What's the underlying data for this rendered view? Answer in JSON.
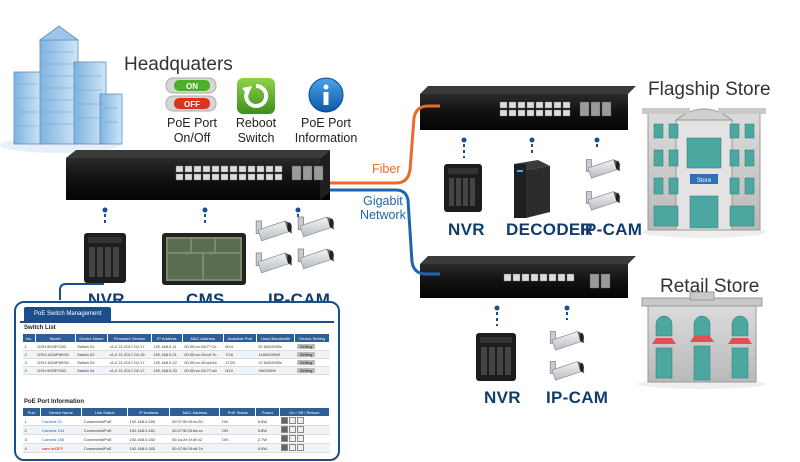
{
  "headquarters": {
    "title": "Headquaters",
    "toggle_on": "ON",
    "toggle_off": "OFF",
    "poe_onoff_label": "PoE Port\nOn/Off",
    "reboot_label": "Reboot\nSwitch",
    "poe_info_label": "PoE Port\nInformation",
    "nvr_label": "NVR",
    "cms_label": "CMS",
    "ipcam_label": "IP-CAM"
  },
  "links": {
    "fiber": "Fiber",
    "gigabit": "Gigabit\nNetwork"
  },
  "flagship": {
    "title": "Flagship Store",
    "nvr_label": "NVR",
    "decoder_label": "DECODER",
    "ipcam_label": "IP-CAM",
    "store_sign": "Store"
  },
  "retail": {
    "title": "Retail Store",
    "nvr_label": "NVR",
    "ipcam_label": "IP-CAM"
  },
  "management": {
    "tab": "PoE Switch Management",
    "switch_list_title": "Switch List",
    "switch_headers": [
      "No.",
      "Model",
      "Device Name",
      "Firmware Version",
      "IP Address",
      "MAC Address",
      "Available Port",
      "Used Bandwidth",
      "Device Setting"
    ],
    "switch_rows": [
      [
        "1",
        "GSH-5G4P/G5C",
        "Switch 01",
        "v1.2 21-2017-02-17",
        "192.168.0.11",
        "00:0D:xx:28:77:2x",
        "60/4",
        "87.8W/200W",
        "Setting"
      ],
      [
        "2",
        "GSH-1624PM/SN",
        "Switch 02",
        "v1.2 21-2017-02-16",
        "192.168.0.21",
        "00:0D:xx:28:c6:7b",
        "7/16",
        "118W/200W",
        "Setting"
      ],
      [
        "3",
        "GSH-1624PM/SN",
        "Switch 03",
        "v1.2 21-2017-02-17",
        "192.168.0.22",
        "00:0D:xx:36:a4:84",
        "17/20",
        "47.6W/200W",
        "Setting"
      ],
      [
        "4",
        "GSH-5G5P/G5C",
        "Switch 04",
        "v1.2 21-2017-02-17",
        "192.168.0.33",
        "00:0D:xx:28:77:a0",
        "0/10",
        "0W/200W",
        "Setting"
      ]
    ],
    "poe_info_title": "PoE Port Information",
    "port_headers": [
      "Port",
      "Device Name",
      "Link Status",
      "IP Address",
      "MAC Address",
      "PoE Status",
      "Power",
      "On / Off / Reboot"
    ],
    "port_rows": [
      [
        "1",
        "Camera 01",
        "Connected/PoE",
        "192.168.0.180",
        "00:07:5f:03:xx:00",
        "ON",
        "6.5W"
      ],
      [
        "2",
        "Camera 104",
        "Connected/PoE",
        "192.168.0.181",
        "00:07:5f:03:5a:xx",
        "ON",
        "5.8W"
      ],
      [
        "3",
        "Camera 165",
        "Connected/PoE",
        "192.168.0.182",
        "00:1a:2e:1f:4f:02",
        "ON",
        "2.7W"
      ],
      [
        "4",
        "cam in/OFF",
        "Connected/PoE",
        "192.168.0.183",
        "00:07:5f:03:x8:7e",
        "",
        "0.0W"
      ]
    ]
  },
  "colors": {
    "fiber": "#e96b2c",
    "gigabit": "#1f64b0",
    "connector": "#1b4f8c",
    "label_blue": "#123c6e"
  }
}
